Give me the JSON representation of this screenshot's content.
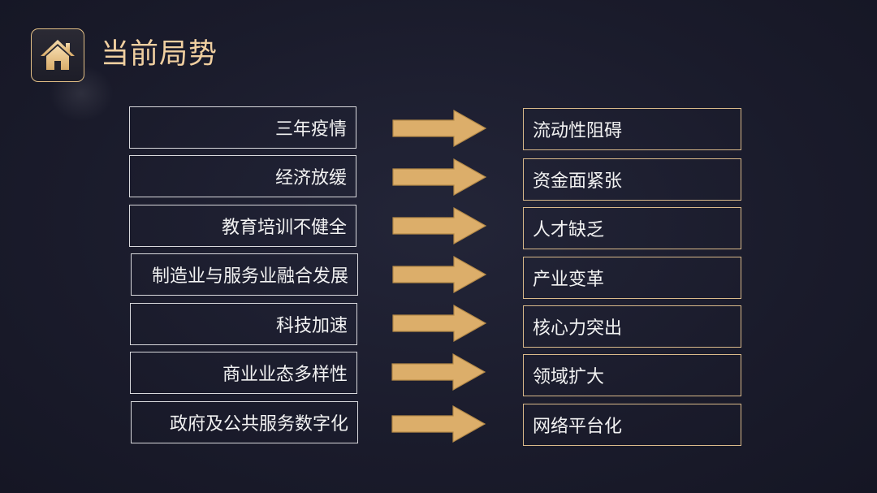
{
  "header": {
    "title": "当前局势",
    "home_icon": "home-icon"
  },
  "colors": {
    "background": "#1a1b2b",
    "accent_gold": "#e2bf86",
    "arrow_fill": "#dcae6a",
    "left_border": "#d8d8dc",
    "right_border": "#d9b98a"
  },
  "rows": [
    {
      "cause": "三年疫情",
      "effect": "流动性阻碍"
    },
    {
      "cause": "经济放缓",
      "effect": "资金面紧张"
    },
    {
      "cause": "教育培训不健全",
      "effect": "人才缺乏"
    },
    {
      "cause": "制造业与服务业融合发展",
      "effect": "产业变革"
    },
    {
      "cause": "科技加速",
      "effect": "核心力突出"
    },
    {
      "cause": "商业业态多样性",
      "effect": "领域扩大"
    },
    {
      "cause": "政府及公共服务数字化",
      "effect": "网络平台化"
    }
  ]
}
